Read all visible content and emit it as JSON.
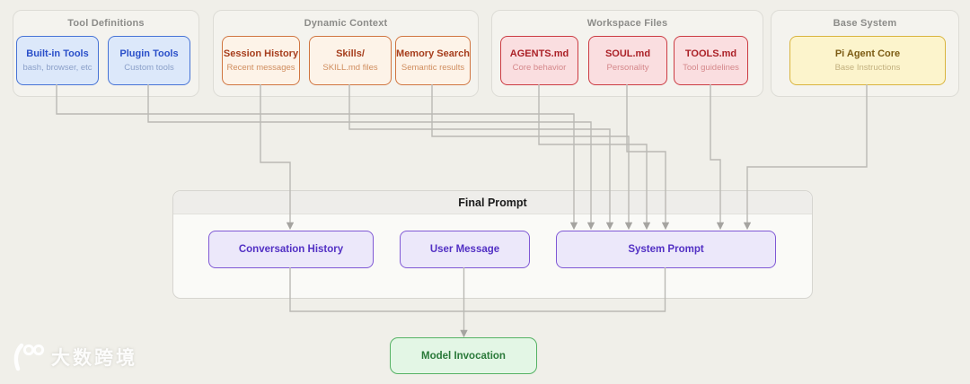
{
  "groups": [
    {
      "label": "Tool Definitions"
    },
    {
      "label": "Dynamic Context"
    },
    {
      "label": "Workspace Files"
    },
    {
      "label": "Base System"
    }
  ],
  "nodes": [
    {
      "title": "Built-in Tools",
      "subtitle": "bash, browser, etc",
      "color": "blue",
      "group": "Tool Definitions"
    },
    {
      "title": "Plugin Tools",
      "subtitle": "Custom tools",
      "color": "blue",
      "group": "Tool Definitions"
    },
    {
      "title": "Session History",
      "subtitle": "Recent messages",
      "color": "orange",
      "group": "Dynamic Context"
    },
    {
      "title": "Skills/",
      "subtitle": "SKILL.md files",
      "color": "orange",
      "group": "Dynamic Context"
    },
    {
      "title": "Memory Search",
      "subtitle": "Semantic results",
      "color": "orange",
      "group": "Dynamic Context"
    },
    {
      "title": "AGENTS.md",
      "subtitle": "Core behavior",
      "color": "red",
      "group": "Workspace Files"
    },
    {
      "title": "SOUL.md",
      "subtitle": "Personality",
      "color": "red",
      "group": "Workspace Files"
    },
    {
      "title": "TOOLS.md",
      "subtitle": "Tool guidelines",
      "color": "red",
      "group": "Workspace Files"
    },
    {
      "title": "Pi Agent Core",
      "subtitle": "Base Instructions",
      "color": "yellow",
      "group": "Base System"
    }
  ],
  "final_prompt": {
    "label": "Final Prompt",
    "children": [
      {
        "label": "Conversation History"
      },
      {
        "label": "User Message"
      },
      {
        "label": "System Prompt"
      }
    ]
  },
  "output_node": {
    "label": "Model Invocation"
  },
  "edges": [
    {
      "from": "Built-in Tools",
      "to": "System Prompt"
    },
    {
      "from": "Plugin Tools",
      "to": "System Prompt"
    },
    {
      "from": "Session History",
      "to": "Conversation History"
    },
    {
      "from": "Skills/",
      "to": "System Prompt"
    },
    {
      "from": "Memory Search",
      "to": "System Prompt"
    },
    {
      "from": "AGENTS.md",
      "to": "System Prompt"
    },
    {
      "from": "SOUL.md",
      "to": "System Prompt"
    },
    {
      "from": "TOOLS.md",
      "to": "System Prompt"
    },
    {
      "from": "Pi Agent Core",
      "to": "System Prompt"
    },
    {
      "from": "Conversation History",
      "to": "Model Invocation"
    },
    {
      "from": "User Message",
      "to": "Model Invocation"
    },
    {
      "from": "System Prompt",
      "to": "Model Invocation"
    }
  ],
  "colors": {
    "background": "#f0efe9",
    "blue_border": "#4673d6",
    "orange_border": "#d07540",
    "red_border": "#cb3b42",
    "yellow_border": "#d9b43e",
    "purple_border": "#7f58d5",
    "green_border": "#55b264",
    "wire": "#bab9b4"
  },
  "watermark": {
    "logo": "100",
    "text": "大数跨境"
  }
}
